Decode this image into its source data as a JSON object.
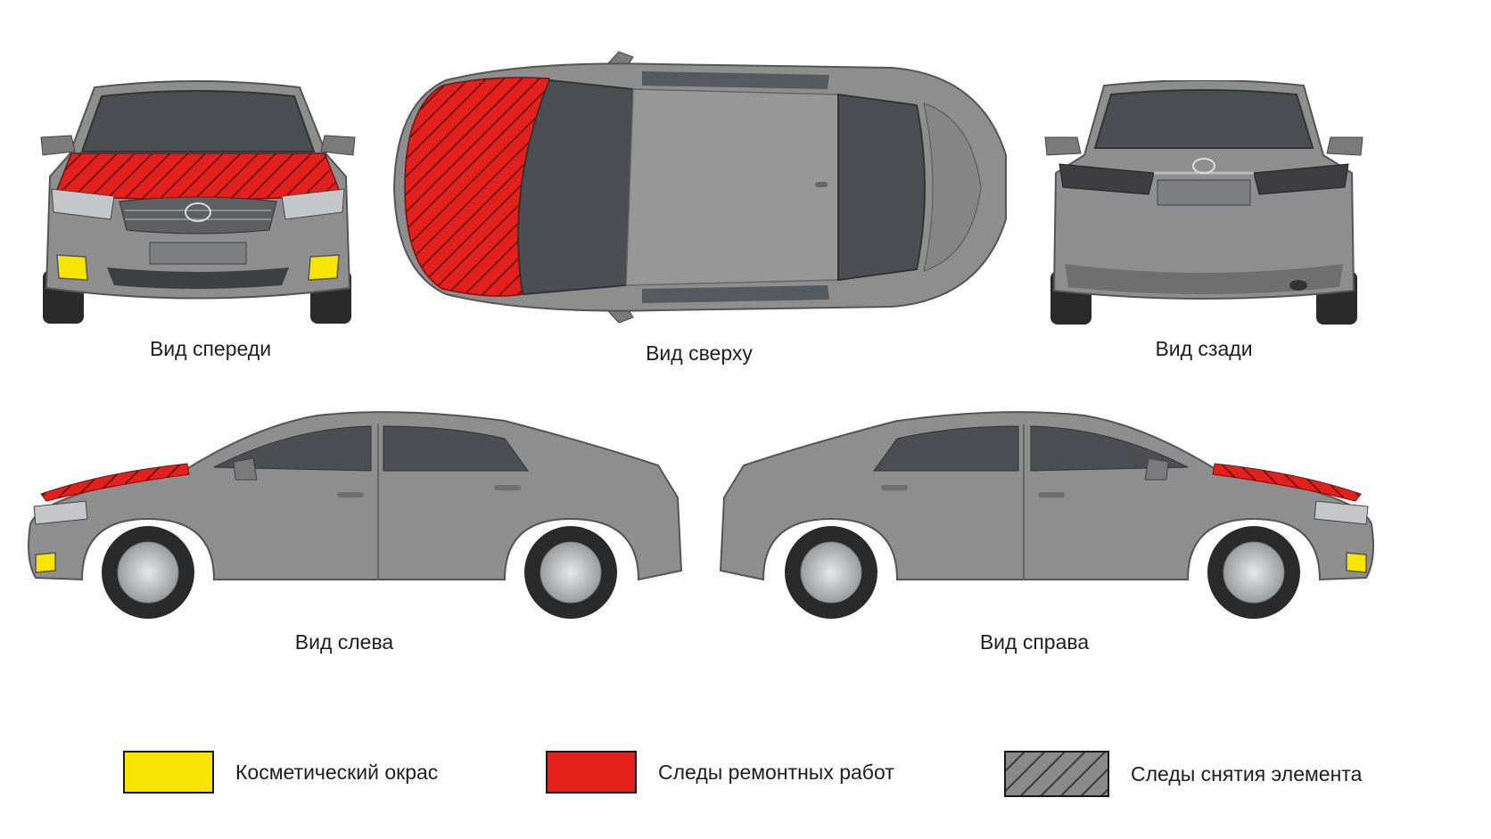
{
  "views": {
    "front": {
      "label": "Вид спереди"
    },
    "top": {
      "label": "Вид сверху"
    },
    "rear": {
      "label": "Вид сзади"
    },
    "left": {
      "label": "Вид слева"
    },
    "right": {
      "label": "Вид справа"
    }
  },
  "legend": [
    {
      "label": "Косметический окрас",
      "color": "#f7e400",
      "pattern": "solid"
    },
    {
      "label": "Следы ремонтных работ",
      "color": "#e3201b",
      "pattern": "solid"
    },
    {
      "label": "Следы снятия элемента",
      "color": "#8a8a8a",
      "pattern": "hatched"
    }
  ],
  "colors": {
    "body": "#8e8e8e",
    "body_dark": "#6f6f6f",
    "glass": "#4b4f53",
    "tire": "#2a2a2a",
    "rim": "#c7c9cb",
    "highlight_yellow": "#f7e400",
    "highlight_red": "#e3201b"
  }
}
